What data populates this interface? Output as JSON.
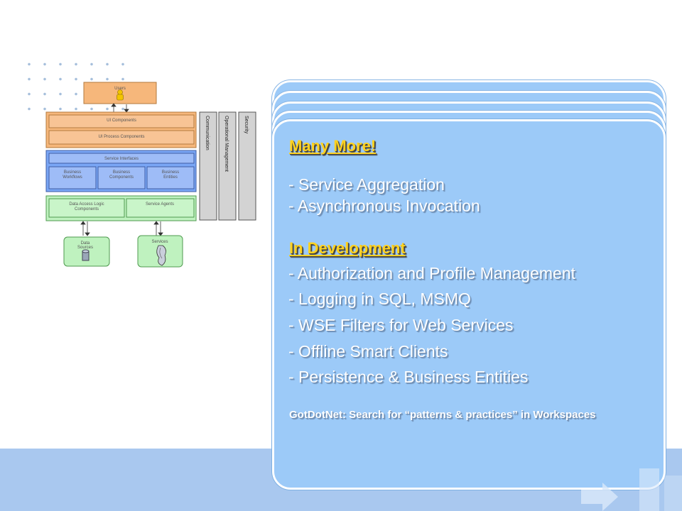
{
  "diagram": {
    "users": "Users",
    "ui_components": "UI Components",
    "ui_process_components": "UI Process Components",
    "service_interfaces": "Service Interfaces",
    "business_workflows": [
      "Business",
      "Workflows"
    ],
    "business_components": [
      "Business",
      "Components"
    ],
    "business_entities": [
      "Business",
      "Entities"
    ],
    "data_access_logic": [
      "Data Access Logic",
      "Components"
    ],
    "service_agents": "Service Agents",
    "data_sources": [
      "Data",
      "Sources"
    ],
    "services": "Services",
    "communication": "Communication",
    "operational_management": "Operational Management",
    "security": "Security"
  },
  "card": {
    "heading_more": "Many More!",
    "more_items": [
      "-  Service Aggregation",
      "-  Asynchronous Invocation"
    ],
    "heading_dev": "In Development",
    "dev_items": [
      "- Authorization and Profile Management",
      "- Logging in SQL, MSMQ",
      "- WSE Filters for Web Services",
      "- Offline Smart Clients",
      "- Persistence & Business Entities"
    ],
    "footer": "GotDotNet: Search for “patterns & practices” in Workspaces"
  },
  "colors": {
    "card_fill": "#9ccaf8",
    "heading": "#ffd21f",
    "band": "#a9c8ef",
    "layer_orange": "#f6b77b",
    "layer_blue": "#7aa6f5",
    "layer_green": "#bff2bf"
  }
}
